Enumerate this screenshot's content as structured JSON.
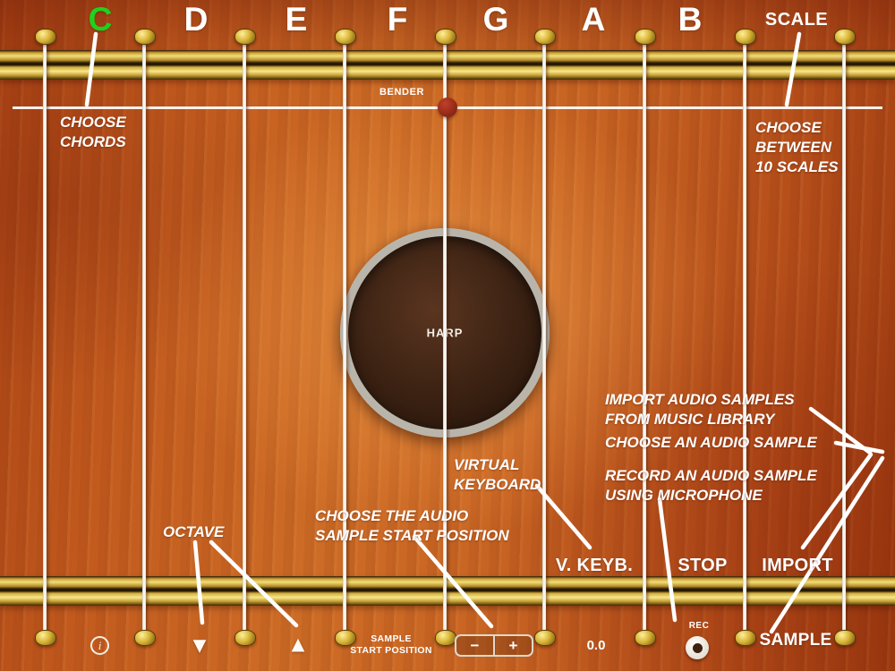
{
  "colors": {
    "selected_note": "#1fd11f",
    "note": "#ffffff",
    "callout": "#ffffff",
    "bender_dot": "#8e2716",
    "gold": "#d8b437"
  },
  "header": {
    "notes": [
      {
        "label": "C",
        "selected": true
      },
      {
        "label": "D",
        "selected": false
      },
      {
        "label": "E",
        "selected": false
      },
      {
        "label": "F",
        "selected": false
      },
      {
        "label": "G",
        "selected": false
      },
      {
        "label": "A",
        "selected": false
      },
      {
        "label": "B",
        "selected": false
      }
    ],
    "scale_button": "SCALE"
  },
  "bender": {
    "label": "BENDER"
  },
  "soundhole": {
    "label": "HARP"
  },
  "annotations": {
    "choose_chords": "CHOOSE\nCHORDS",
    "choose_scales": "CHOOSE\nBETWEEN\n10 SCALES",
    "import_samples": "IMPORT AUDIO SAMPLES\nFROM MUSIC LIBRARY",
    "choose_sample": "CHOOSE AN AUDIO SAMPLE",
    "record_sample": "RECORD AN AUDIO SAMPLE\nUSING MICROPHONE",
    "virtual_keyboard": "VIRTUAL\nKEYBOARD",
    "sample_start": "CHOOSE THE AUDIO\nSAMPLE START POSITION",
    "octave": "OCTAVE"
  },
  "buttons": {
    "vkeyb": "V. KEYB.",
    "stop": "STOP",
    "import": "IMPORT",
    "sample": "SAMPLE"
  },
  "footer": {
    "info": "i",
    "octave_down": "▼",
    "octave_up": "▲",
    "sample_start_label": "SAMPLE\nSTART POSITION",
    "stepper": {
      "minus": "−",
      "plus": "+"
    },
    "value": "0.0",
    "rec_label": "REC"
  }
}
